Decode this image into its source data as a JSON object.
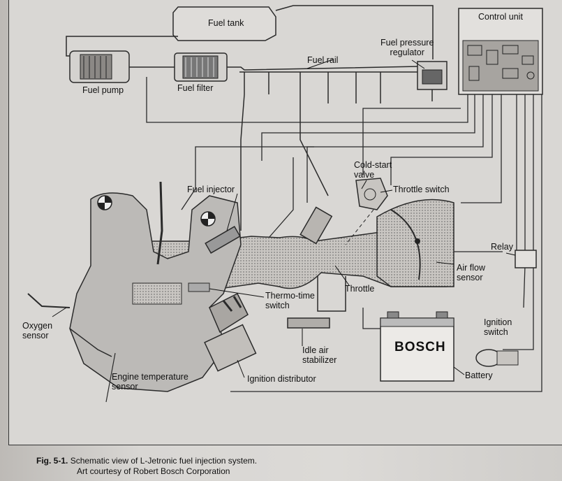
{
  "labels": {
    "fuel_tank": "Fuel tank",
    "control_unit": "Control unit",
    "fuel_pressure_regulator": "Fuel pressure\nregulator",
    "fuel_rail": "Fuel rail",
    "fuel_pump": "Fuel pump",
    "fuel_filter": "Fuel filter",
    "cold_start_valve": "Cold-start\nvalve",
    "throttle_switch": "Throttle switch",
    "fuel_injector": "Fuel injector",
    "relay": "Relay",
    "air_flow_sensor": "Air flow\nsensor",
    "throttle": "Throttle",
    "thermo_time_switch": "Thermo-time\nswitch",
    "ignition_switch": "Ignition\nswitch",
    "oxygen_sensor": "Oxygen\nsensor",
    "idle_air_stabilizer": "Idle air\nstabilizer",
    "battery": "Battery",
    "engine_temperature_sensor": "Engine temperature\nsensor",
    "ignition_distributor": "Ignition distributor"
  },
  "battery_brand": "BOSCH",
  "caption": {
    "fig": "Fig. 5-1.",
    "text": "Schematic view of L-Jetronic fuel injection system.",
    "credit": "Art courtesy of Robert Bosch Corporation"
  },
  "colors": {
    "line": "#2a2a2a",
    "fill_gray": "#9a9896",
    "dotted_fill": "#b8b5b1"
  }
}
